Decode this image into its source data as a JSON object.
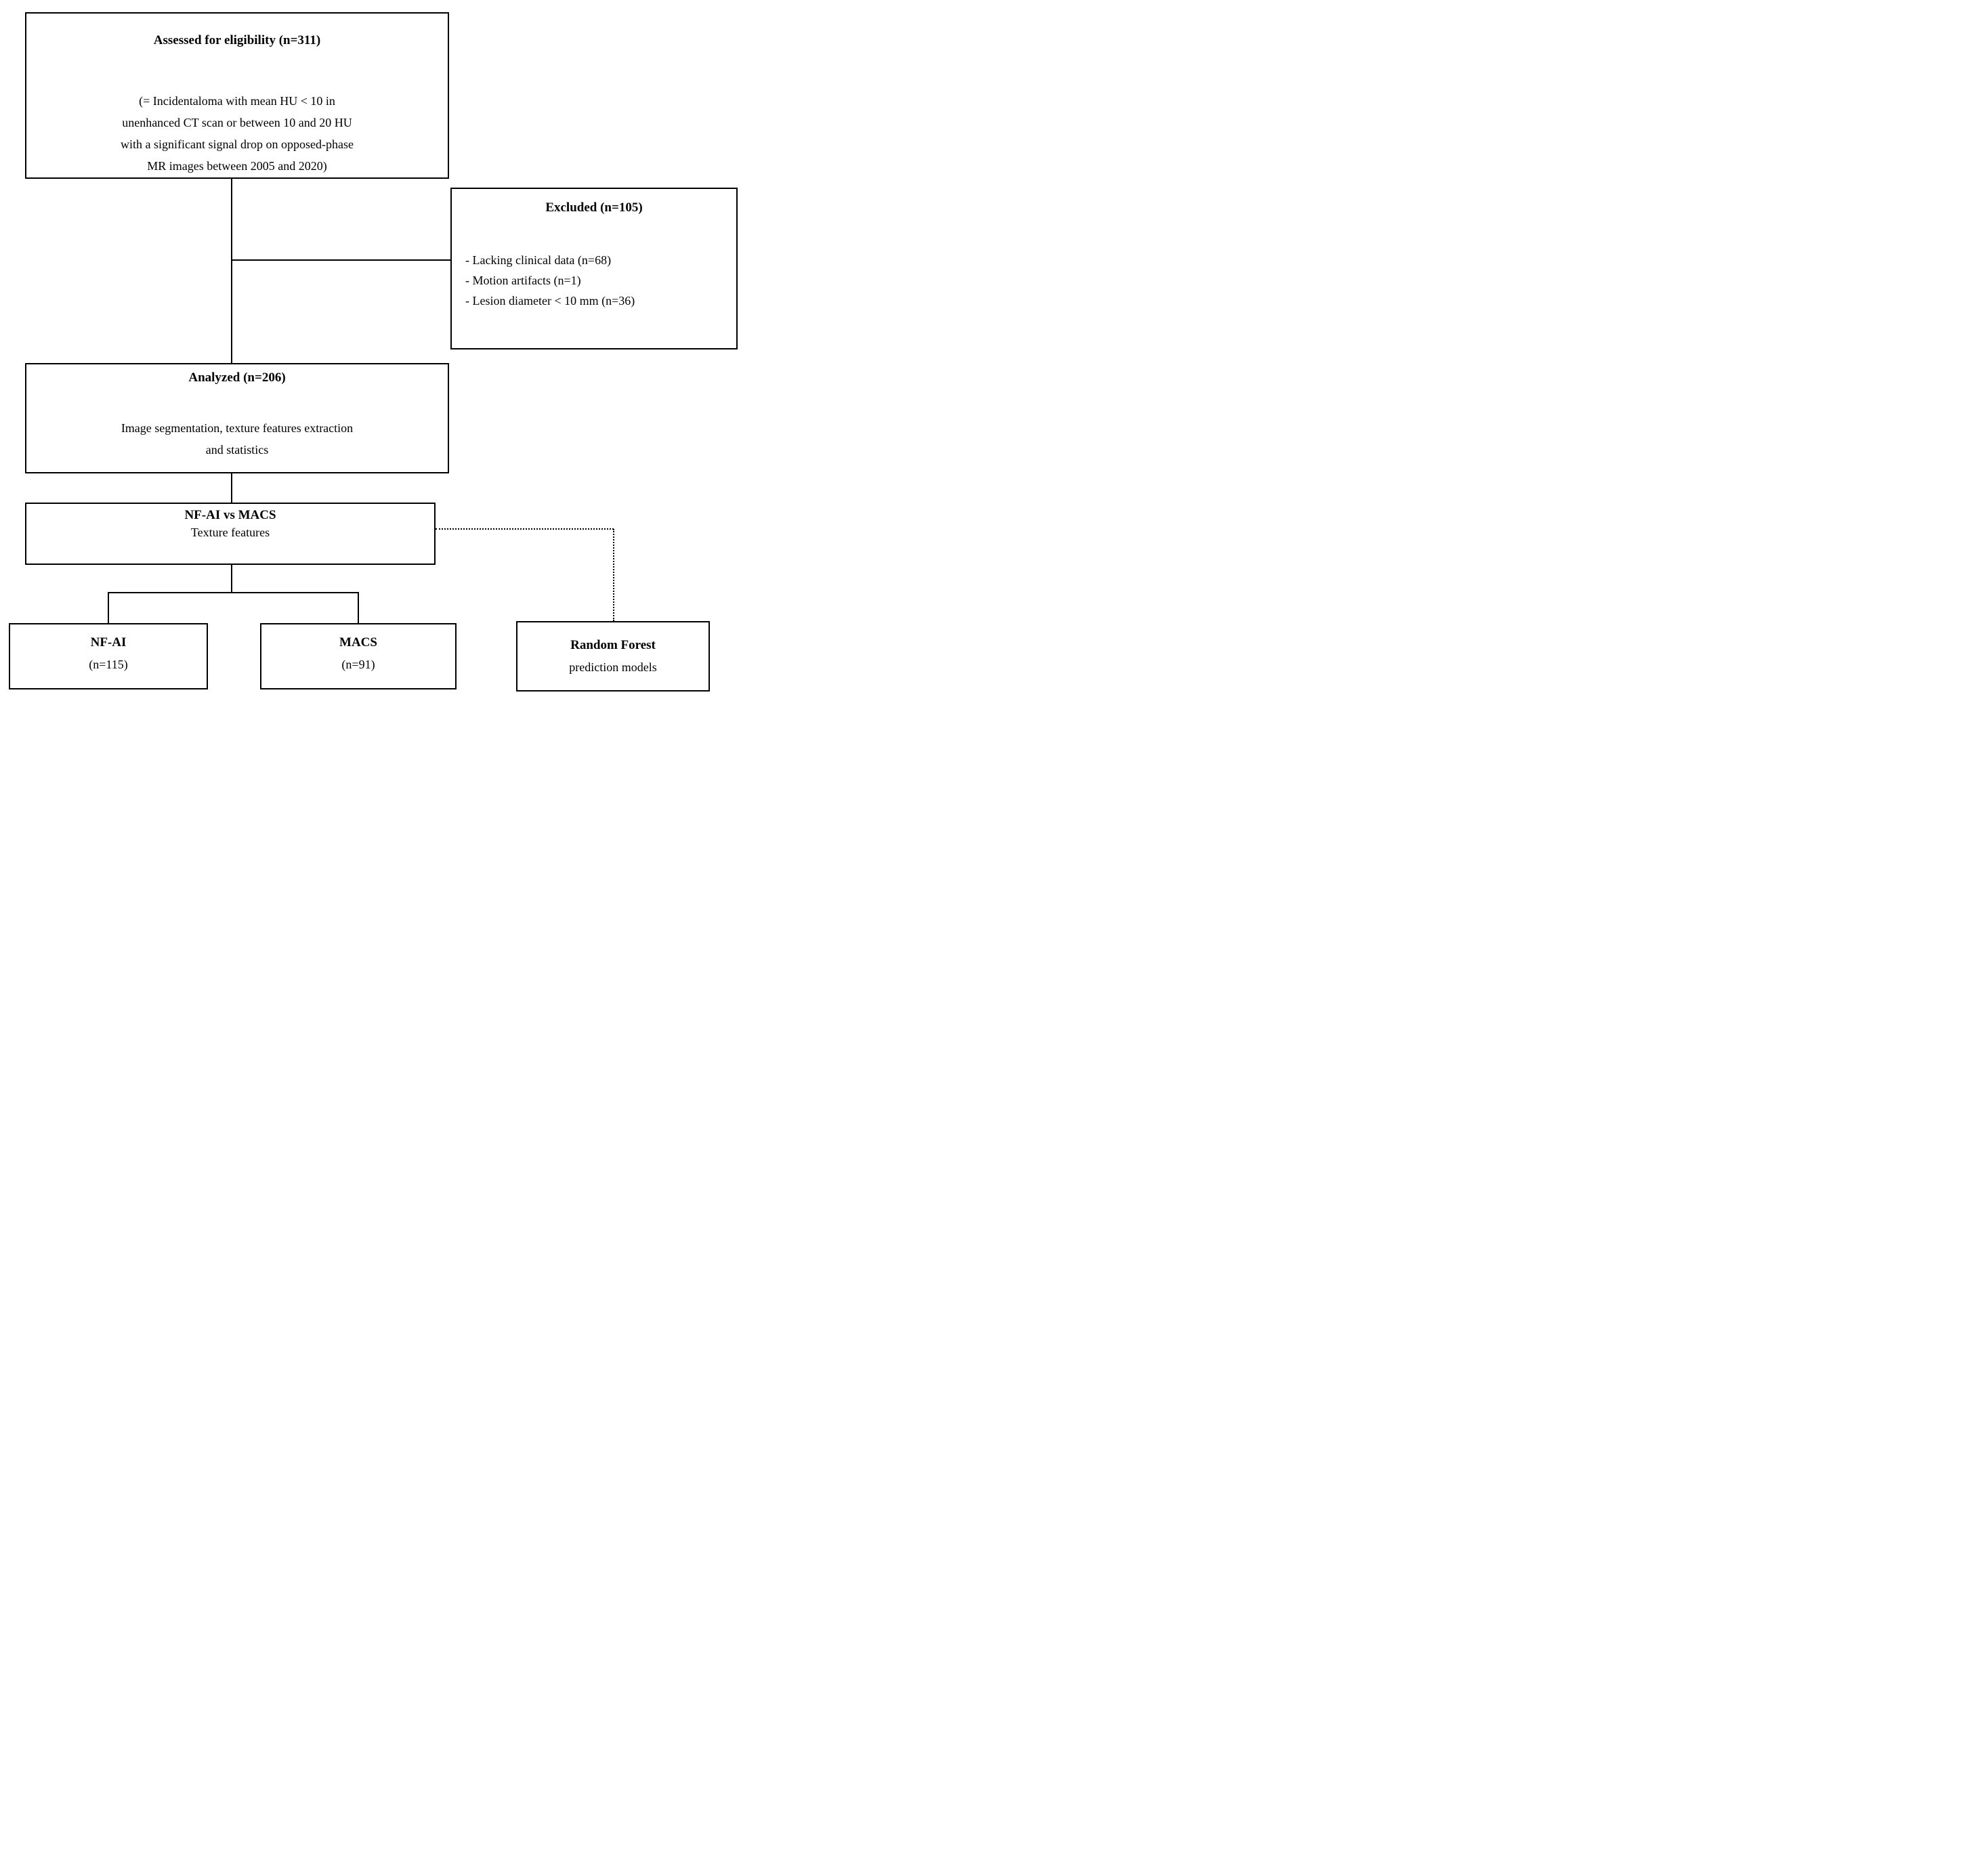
{
  "diagram": {
    "boxes": {
      "assessed": {
        "title": "Assessed for eligibility (n=311)",
        "body_lines": [
          "(= Incidentaloma with mean HU < 10 in",
          "unenhanced CT scan or between 10 and 20 HU",
          "with a significant signal drop on opposed-phase",
          "MR images between 2005 and 2020)"
        ]
      },
      "excluded": {
        "title": "Excluded (n=105)",
        "items": [
          "- Lacking clinical data (n=68)",
          "- Motion artifacts (n=1)",
          "- Lesion diameter < 10 mm (n=36)"
        ]
      },
      "analyzed": {
        "title": "Analyzed (n=206)",
        "body_lines": [
          "Image segmentation, texture features extraction",
          "and statistics"
        ]
      },
      "comparison": {
        "title": "NF-AI vs MACS",
        "subtitle": "Texture features"
      },
      "nfai": {
        "title": "NF-AI",
        "subtitle": "(n=115)"
      },
      "macs": {
        "title": "MACS",
        "subtitle": "(n=91)"
      },
      "random_forest": {
        "title": "Random Forest",
        "subtitle": "prediction models"
      }
    },
    "colors": {
      "line": "#000000",
      "text": "#000000",
      "background": "#ffffff"
    }
  }
}
